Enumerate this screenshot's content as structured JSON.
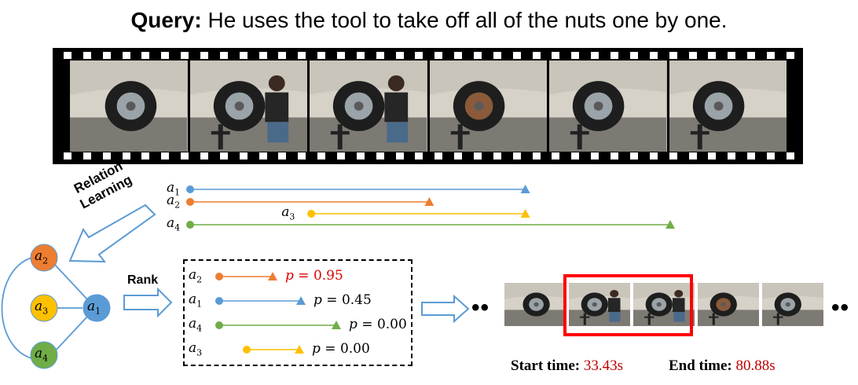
{
  "query": {
    "label": "Query:",
    "text": "He uses the tool to take off all of the nuts one by one."
  },
  "film": {
    "frame_count": 6
  },
  "relation_learning": {
    "line1": "Relation",
    "line2": "Learning"
  },
  "rank_label": "Rank",
  "colors": {
    "a1": "#5b9bd5",
    "a2": "#ed7d31",
    "a3": "#ffc000",
    "a4": "#70ad47",
    "highlight": "#ff0000",
    "time_value": "#c00000",
    "arrow": "#5b9bd5"
  },
  "anchors": [
    {
      "id": "a1",
      "sym": "a",
      "sub": "1",
      "start": 0,
      "end": 0.6
    },
    {
      "id": "a2",
      "sym": "a",
      "sub": "2",
      "start": 0,
      "end": 0.4
    },
    {
      "id": "a3",
      "sym": "a",
      "sub": "3",
      "start": 0.2,
      "end": 0.6
    },
    {
      "id": "a4",
      "sym": "a",
      "sub": "4",
      "start": 0,
      "end": 1.0
    }
  ],
  "ranked": [
    {
      "id": "a2",
      "sym": "a",
      "sub": "2",
      "p_label": "p",
      "p_value": "= 0.95",
      "highlight": true
    },
    {
      "id": "a1",
      "sym": "a",
      "sub": "1",
      "p_label": "p",
      "p_value": "= 0.45",
      "highlight": false
    },
    {
      "id": "a4",
      "sym": "a",
      "sub": "4",
      "p_label": "p",
      "p_value": "= 0.00",
      "highlight": false
    },
    {
      "id": "a3",
      "sym": "a",
      "sub": "3",
      "p_label": "p",
      "p_value": "= 0.00",
      "highlight": false
    }
  ],
  "graph_nodes": [
    {
      "id": "a2",
      "sym": "a",
      "sub": "2"
    },
    {
      "id": "a3",
      "sym": "a",
      "sub": "3"
    },
    {
      "id": "a4",
      "sym": "a",
      "sub": "4"
    },
    {
      "id": "a1",
      "sym": "a",
      "sub": "1"
    }
  ],
  "result": {
    "start_label": "Start time:",
    "start_value": "33.43s",
    "end_label": "End time:",
    "end_value": "80.88s",
    "ellipsis_left": "••",
    "ellipsis_right": "••"
  }
}
